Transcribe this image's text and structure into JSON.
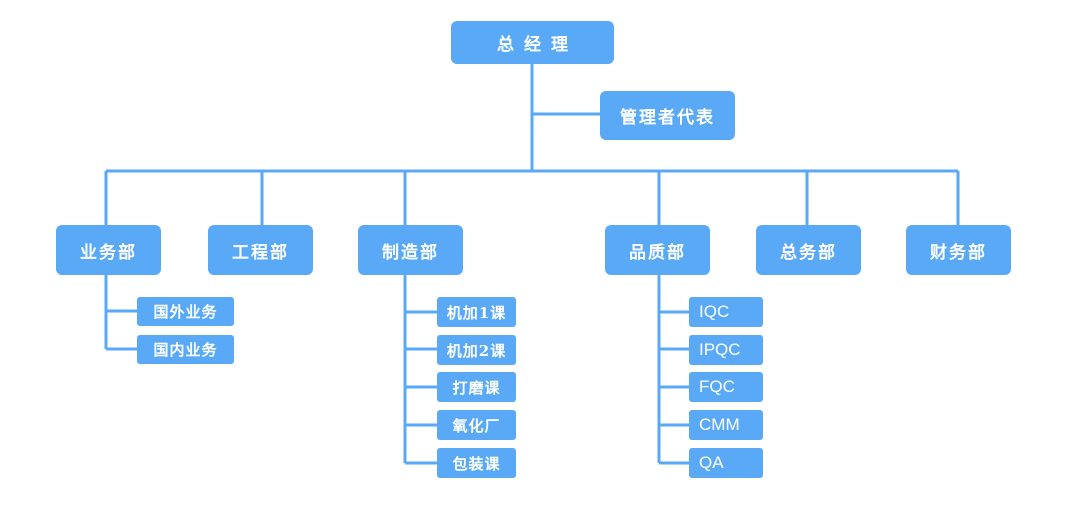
{
  "org_chart": {
    "top": "总经理",
    "management_rep": "管理者代表",
    "departments": [
      {
        "name": "业务部",
        "units": [
          "国外业务",
          "国内业务"
        ]
      },
      {
        "name": "工程部",
        "units": []
      },
      {
        "name": "制造部",
        "units": [
          "机加1课",
          "机加2课",
          "打磨课",
          "氧化厂",
          "包装课"
        ]
      },
      {
        "name": "品质部",
        "units": [
          "IQC",
          "IPQC",
          "FQC",
          "CMM",
          "QA"
        ]
      },
      {
        "name": "总务部",
        "units": []
      },
      {
        "name": "财务部",
        "units": []
      }
    ]
  },
  "colors": {
    "box": "#5aa9f6",
    "line": "#5aa9f6",
    "text": "#ffffff"
  }
}
